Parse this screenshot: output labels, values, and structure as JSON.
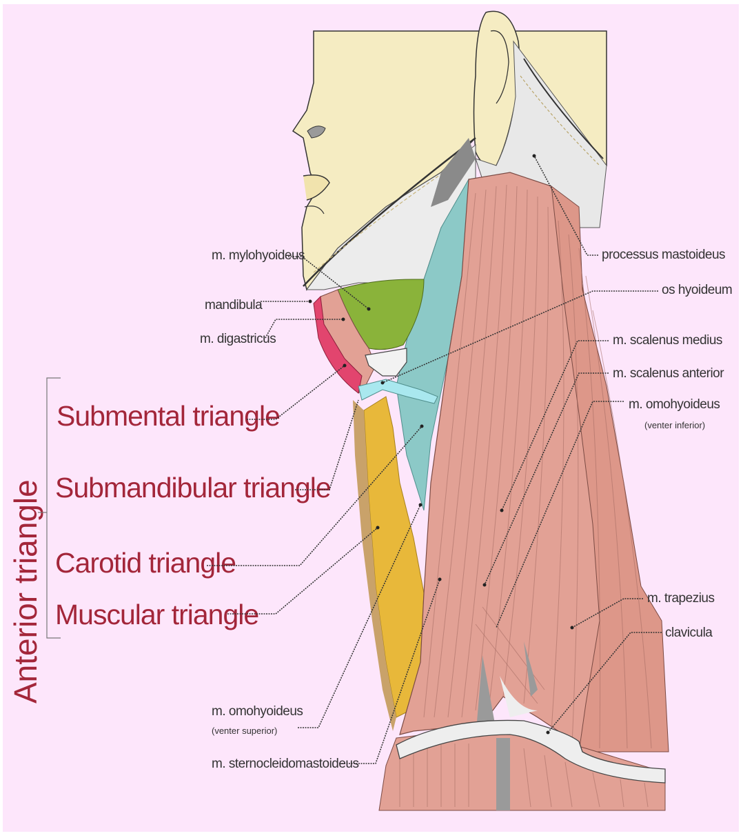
{
  "title": "Anterior triangle",
  "triangles": [
    "Submental triangle",
    "Submandibular triangle",
    "Carotid triangle",
    "Muscular triangle"
  ],
  "labels": {
    "mylohyoideus": "m. mylohyoideus",
    "mandibula": "mandibula",
    "digastricus": "m. digastricus",
    "processus_mastoideus": "processus mastoideus",
    "os_hyoideum": "os hyoideum",
    "scalenus_medius": "m. scalenus medius",
    "scalenus_anterior": "m. scalenus anterior",
    "omohyoideus_inferior": "m. omohyoideus",
    "omohyoideus_inferior_sub": "(venter inferior)",
    "trapezius": "m. trapezius",
    "clavicula": "clavicula",
    "omohyoideus_superior": "m. omohyoideus",
    "omohyoideus_superior_sub": "(venter superior)",
    "sternocleidomastoideus": "m. sternocleidomastoideus"
  },
  "colors": {
    "background": "#fde6fb",
    "skin": "#f5ecc2",
    "muscle": "#e2a195",
    "bone": "#e8e8e8",
    "mylohyoid": "#8ab33a",
    "digastric": "#e2456e",
    "carotid": "#8cc9c7",
    "muscular": "#e8b83a",
    "title": "#a3263a"
  }
}
